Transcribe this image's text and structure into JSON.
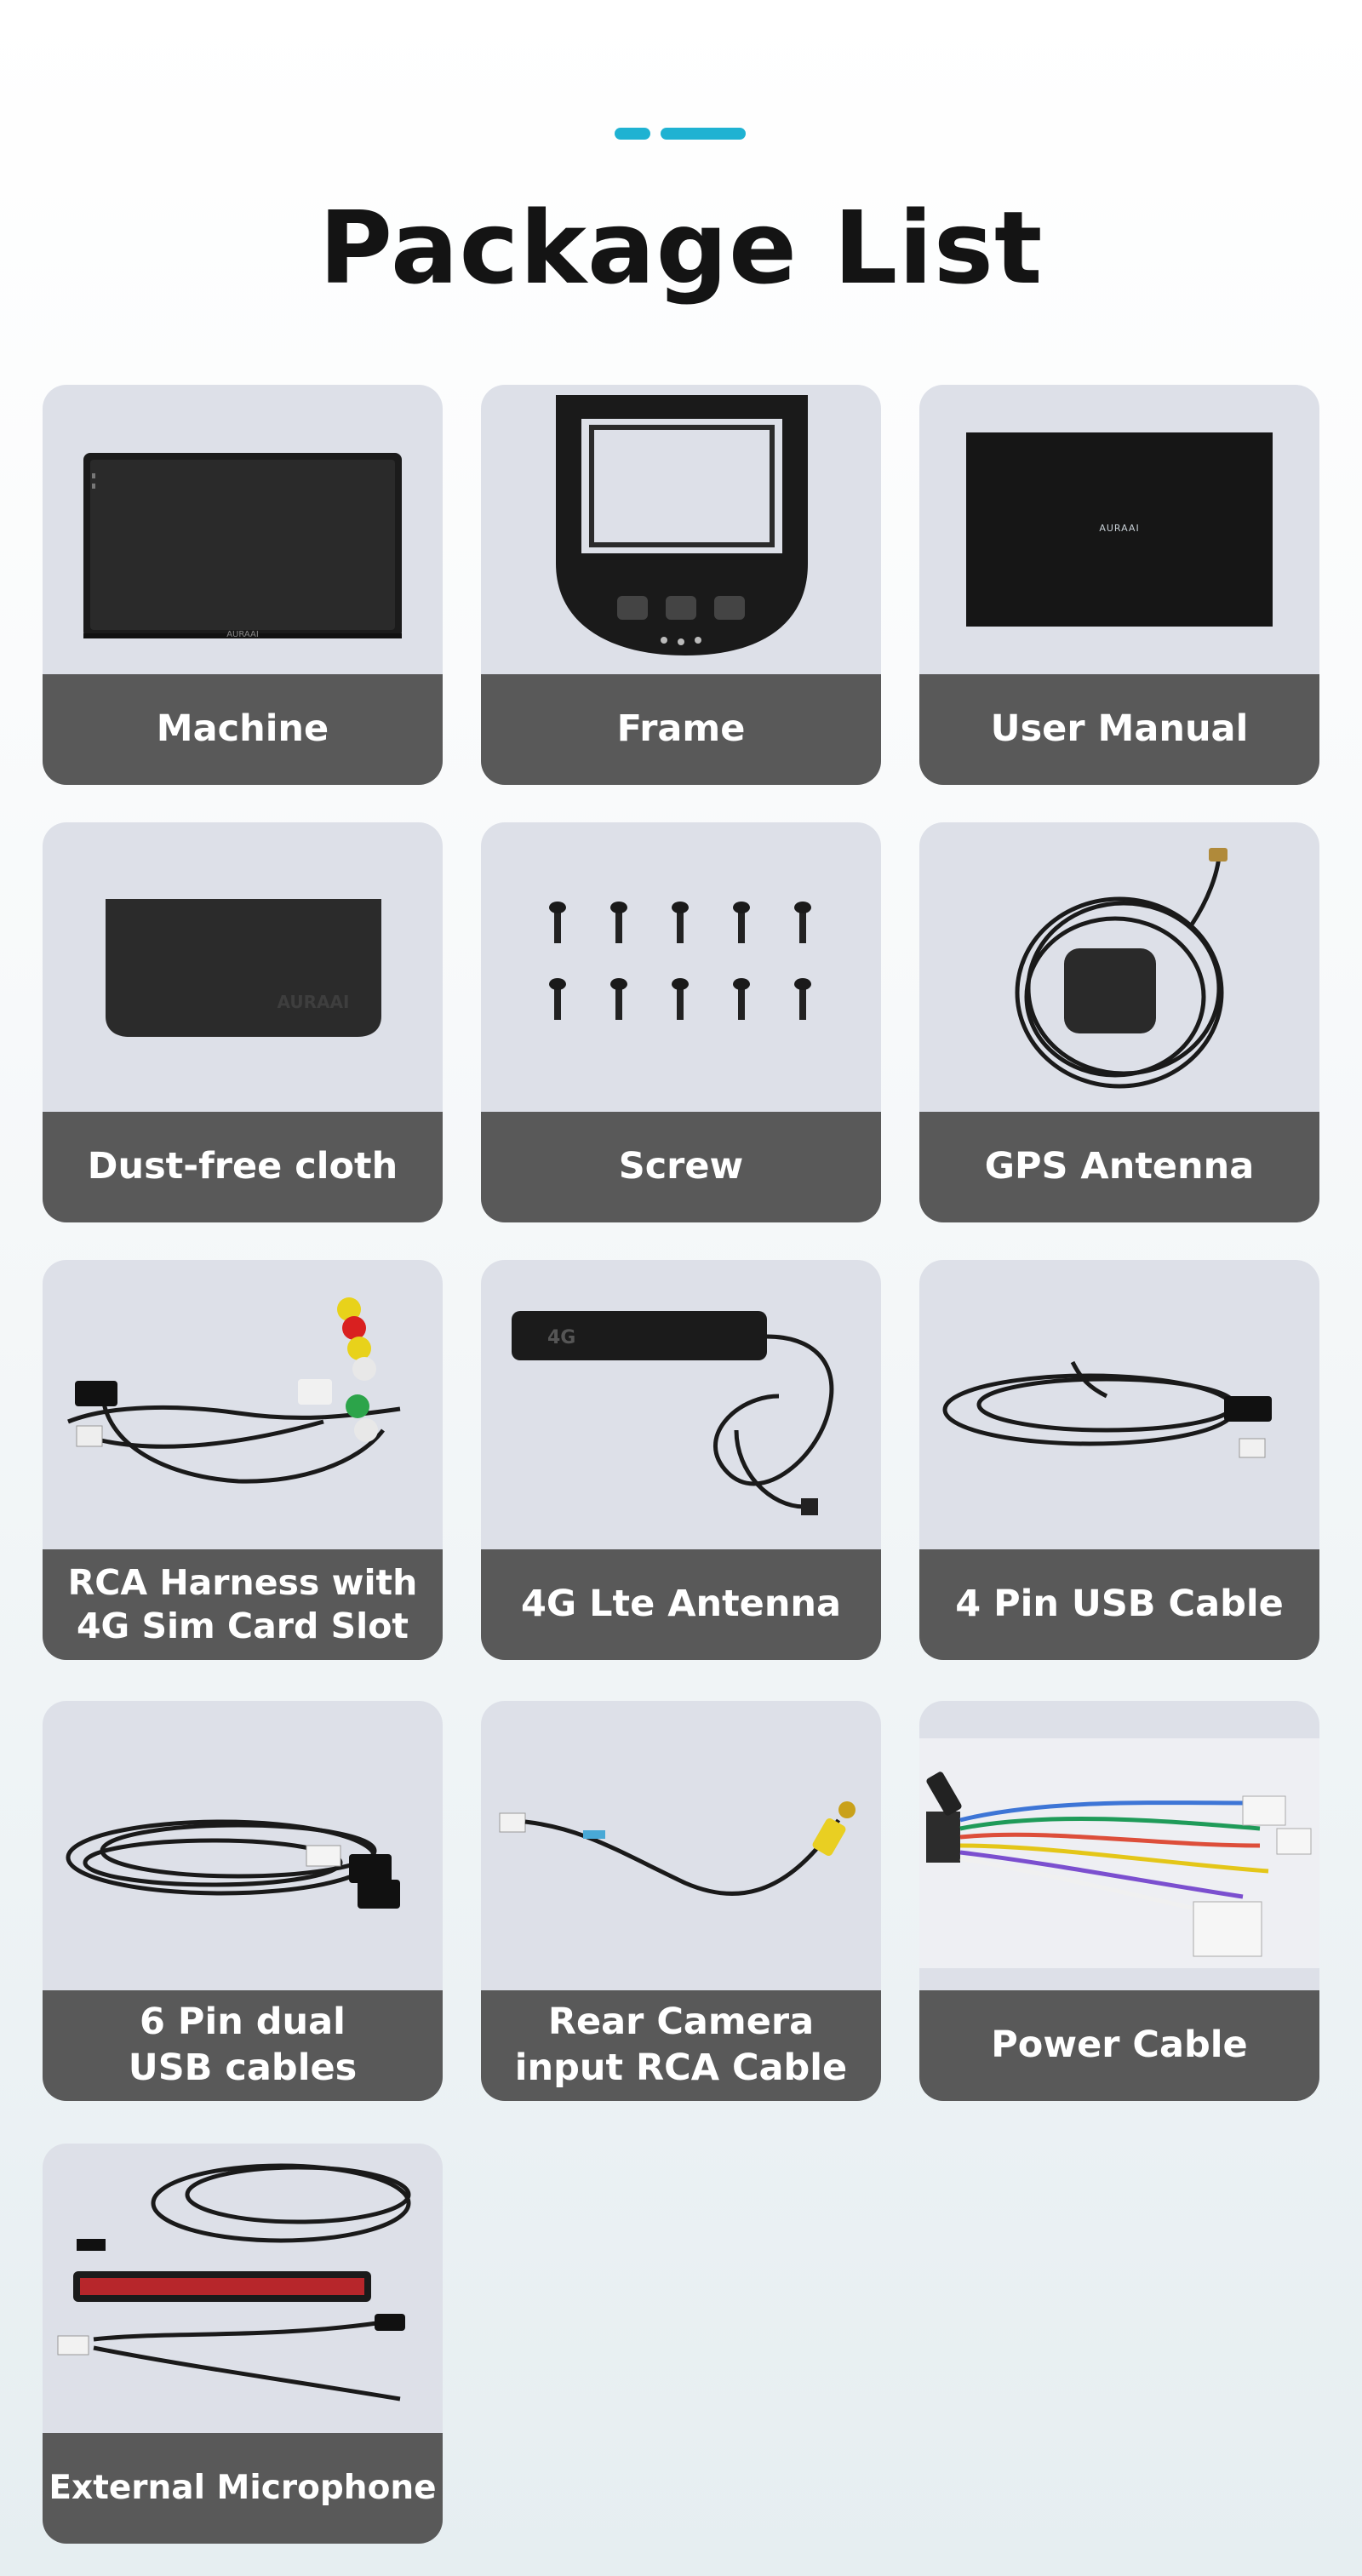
{
  "header": {
    "title": "Package List"
  },
  "brand": "AURAAI",
  "colors": {
    "accent": "#1fb2d2",
    "caption_bg": "#595959",
    "card_bg": "#dde0e8"
  },
  "items": [
    {
      "label": "Machine",
      "icon": "head-unit-icon"
    },
    {
      "label": "Frame",
      "icon": "frame-icon"
    },
    {
      "label": "User Manual",
      "icon": "manual-icon"
    },
    {
      "label": "Dust-free cloth",
      "icon": "cloth-icon"
    },
    {
      "label": "Screw",
      "icon": "screw-icon"
    },
    {
      "label": "GPS Antenna",
      "icon": "gps-antenna-icon"
    },
    {
      "label": "RCA Harness with\n4G Sim Card Slot",
      "icon": "rca-harness-icon"
    },
    {
      "label": "4G Lte Antenna",
      "icon": "lte-antenna-icon"
    },
    {
      "label": "4 Pin USB Cable",
      "icon": "usb-cable-icon"
    },
    {
      "label": "6 Pin dual\nUSB cables",
      "icon": "dual-usb-cable-icon"
    },
    {
      "label": "Rear Camera\ninput RCA Cable",
      "icon": "rca-cable-icon"
    },
    {
      "label": "Power Cable",
      "icon": "power-cable-icon"
    },
    {
      "label": "External Microphone",
      "icon": "microphone-icon"
    }
  ]
}
